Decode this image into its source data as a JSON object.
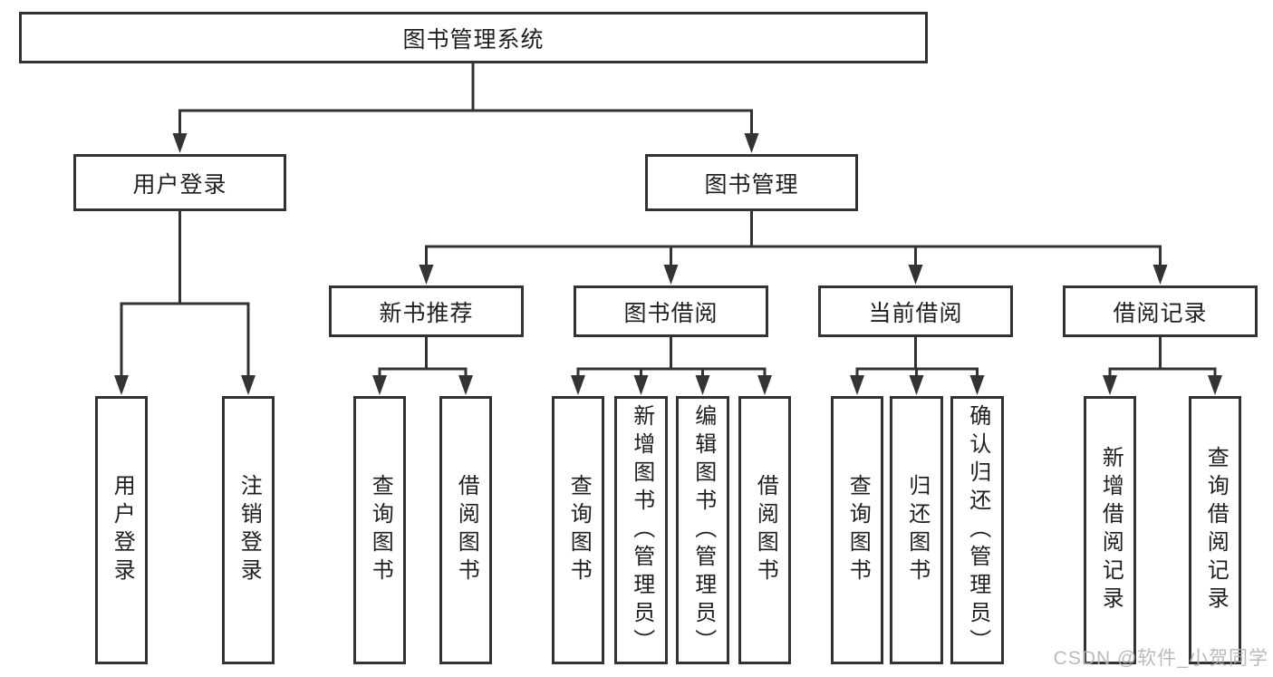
{
  "diagram": {
    "root": "图书管理系统",
    "level2": {
      "user_login": "用户登录",
      "book_mgmt": "图书管理"
    },
    "level3": {
      "new_book": "新书推荐",
      "book_borrow": "图书借阅",
      "current_borrow": "当前借阅",
      "borrow_record": "借阅记录"
    },
    "leaves": {
      "login": [
        "用户登录",
        "注销登录"
      ],
      "new_book": [
        "查询图书",
        "借阅图书"
      ],
      "book_borrow": [
        "查询图书",
        "新增图书（管理员）",
        "编辑图书（管理员）",
        "借阅图书"
      ],
      "current_borrow": [
        "查询图书",
        "归还图书",
        "确认归还（管理员）"
      ],
      "borrow_record": [
        "新增借阅记录",
        "查询借阅记录"
      ]
    }
  },
  "watermark": "CSDN @软件_小贺同学",
  "colors": {
    "line": "#333333",
    "text": "#1f1f1f",
    "watermark": "#b3b3b3",
    "background": "#ffffff"
  }
}
